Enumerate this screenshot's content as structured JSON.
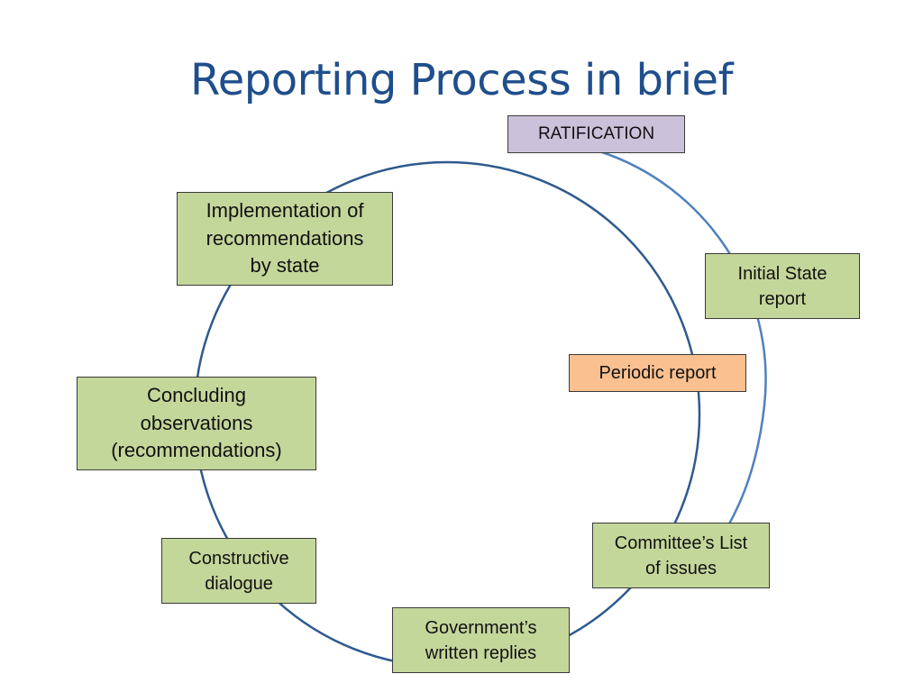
{
  "title": "Reporting Process in brief",
  "boxes": {
    "ratification": "RATIFICATION",
    "initial_report": "Initial State\nreport",
    "periodic_report": "Periodic report",
    "list_of_issues": "Committee’s List\nof issues",
    "written_replies": "Government’s\nwritten replies",
    "constructive_dialogue": "Constructive\ndialogue",
    "concluding_observations": "Concluding\nobservations\n(recommendations)",
    "implementation": "Implementation of\nrecommendations\nby state"
  },
  "colors": {
    "title": "#1f4e8c",
    "cycle_line": "#2e5a8e",
    "ratification_line": "#4f81bd",
    "box_green": "#c4d79b",
    "box_purple": "#ccc1da",
    "box_orange": "#fac090"
  }
}
